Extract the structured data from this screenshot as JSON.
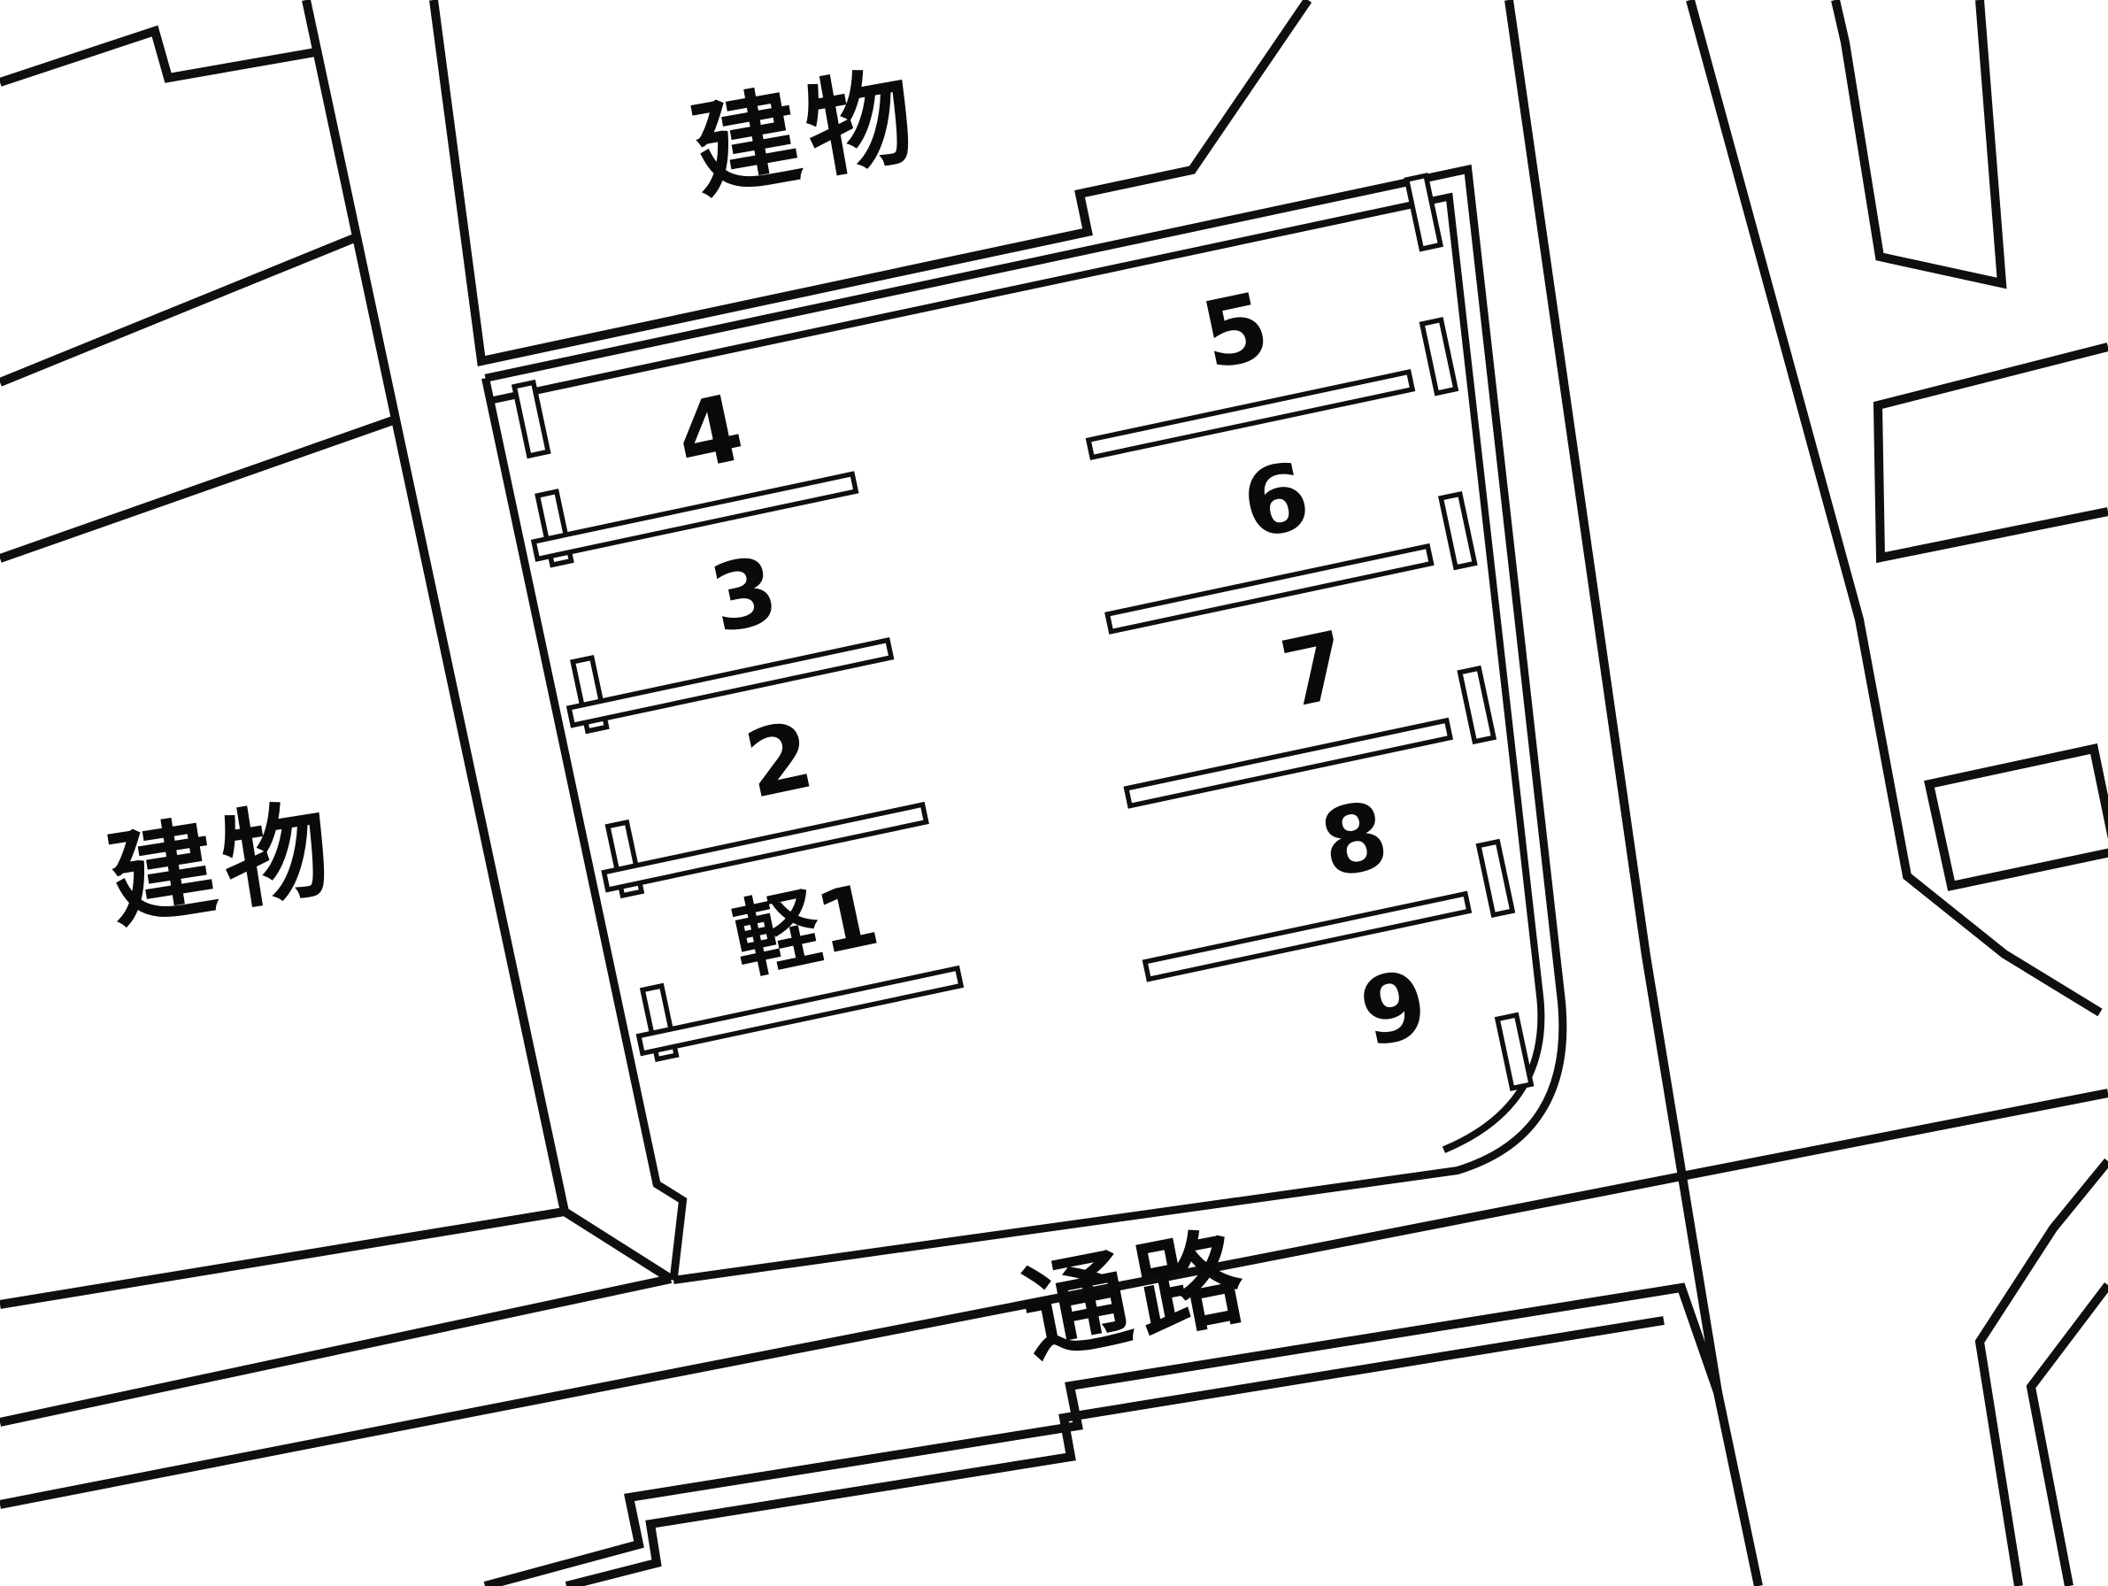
{
  "diagram": {
    "type": "parking-lot-layout-map",
    "building_labels": {
      "top": "建物",
      "left": "建物"
    },
    "road_label": "通路",
    "parking": {
      "left_column_spaces": [
        "4",
        "3",
        "2",
        "軽1"
      ],
      "right_column_spaces": [
        "5",
        "6",
        "7",
        "8",
        "9"
      ]
    },
    "colors": {
      "line": "#0f0f0f",
      "background": "#ffffff",
      "shape_fill": "#ffffff"
    }
  }
}
